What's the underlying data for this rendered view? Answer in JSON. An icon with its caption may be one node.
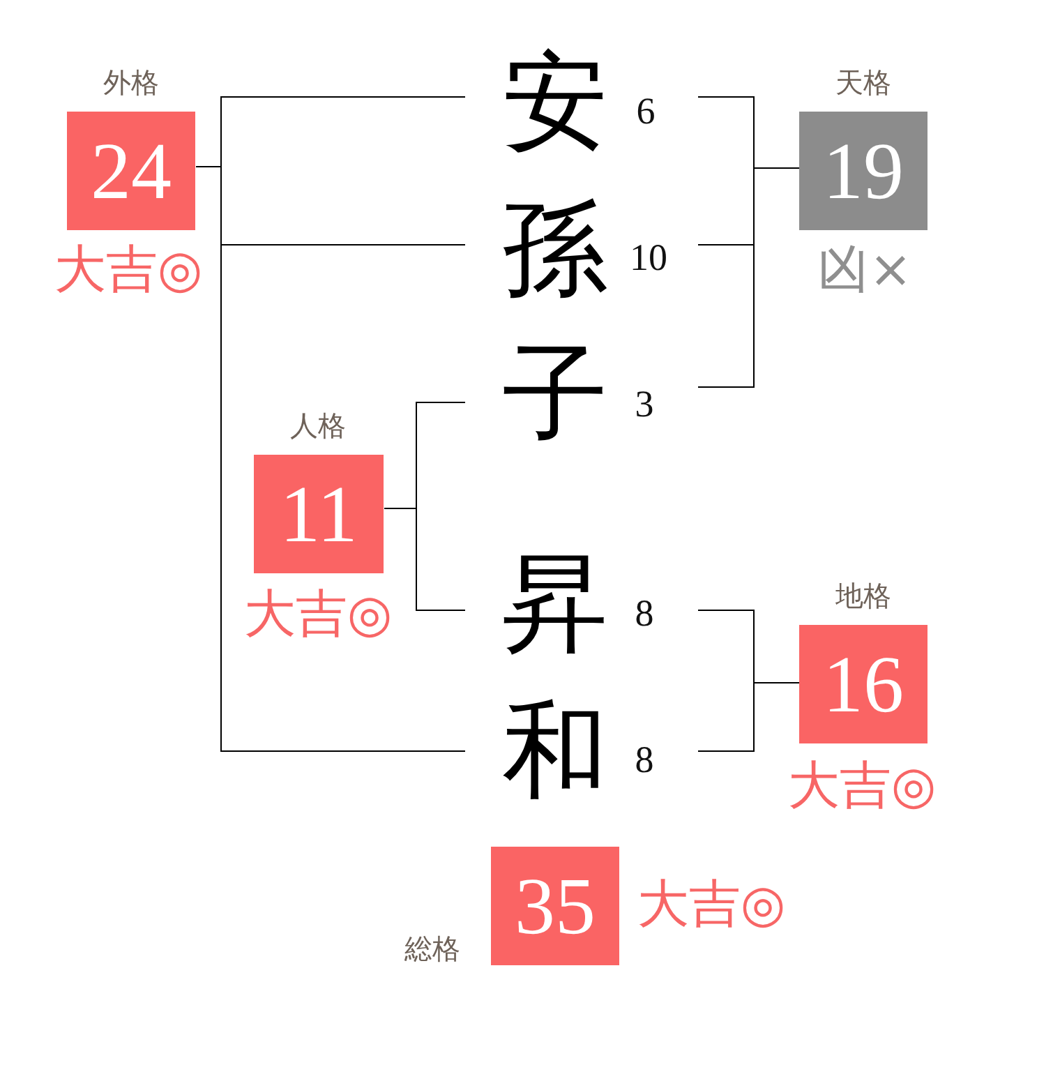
{
  "diagram": {
    "nodes": [
      {
        "text": [
          "外格",
          "24"
        ],
        "beside": [
          "大吉◎"
        ]
      },
      {
        "text": [
          "安"
        ],
        "beside": [
          "6"
        ]
      },
      {
        "text": [
          "天格",
          "19"
        ],
        "beside": [
          "凶×"
        ]
      },
      {
        "text": [
          "孫"
        ],
        "beside": [
          "10"
        ]
      },
      {
        "text": [
          "子"
        ],
        "beside": [
          "3"
        ]
      },
      {
        "text": [
          "人格",
          "11"
        ],
        "beside": [
          "大吉◎"
        ]
      },
      {
        "text": [
          "昇"
        ],
        "beside": [
          "8"
        ]
      },
      {
        "text": [
          "地格",
          "16"
        ],
        "beside": [
          "大吉◎"
        ]
      },
      {
        "text": [
          "和"
        ],
        "beside": [
          "8"
        ]
      },
      {
        "text": [
          "総格",
          "35"
        ],
        "beside": [
          "大吉◎"
        ]
      }
    ],
    "edges": [
      {
        "from": 0,
        "to": 1,
        "arrow": "none"
      },
      {
        "from": 0,
        "to": 3,
        "arrow": "none"
      },
      {
        "from": 0,
        "to": 8,
        "arrow": "none"
      },
      {
        "from": 2,
        "to": 1,
        "arrow": "none"
      },
      {
        "from": 2,
        "to": 3,
        "arrow": "none"
      },
      {
        "from": 2,
        "to": 4,
        "arrow": "none"
      },
      {
        "from": 5,
        "to": 4,
        "arrow": "none"
      },
      {
        "from": 5,
        "to": 6,
        "arrow": "none"
      },
      {
        "from": 7,
        "to": 6,
        "arrow": "none"
      },
      {
        "from": 7,
        "to": 8,
        "arrow": "none"
      }
    ]
  }
}
